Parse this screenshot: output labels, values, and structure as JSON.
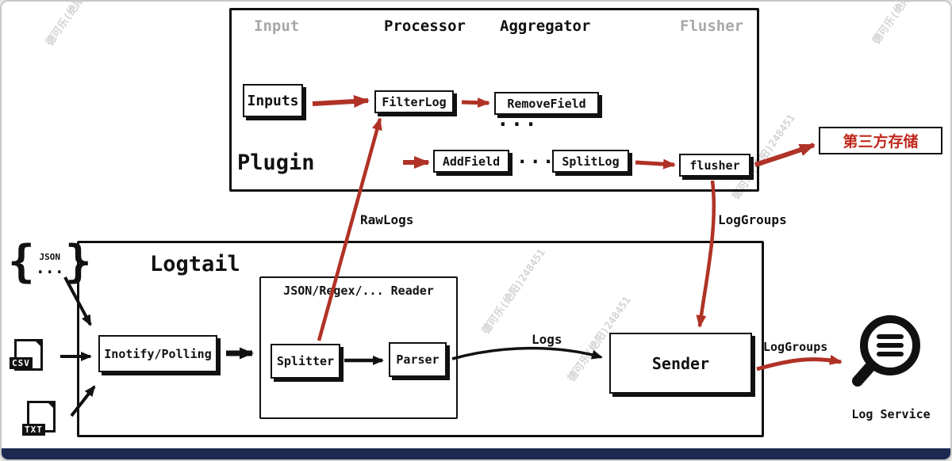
{
  "watermark": {
    "text": "德可乐(绝阳)248451"
  },
  "plugin": {
    "title": "Plugin",
    "headers": [
      {
        "label": "Input"
      },
      {
        "label": "Processor"
      },
      {
        "label": "Aggregator"
      },
      {
        "label": "Flusher"
      }
    ],
    "nodes": {
      "inputs": "Inputs",
      "filterlog": "FilterLog",
      "removefield": "RemoveField",
      "addfield": "AddField",
      "splitlog": "SplitLog",
      "flusher": "flusher"
    },
    "ellipsis_vertical": "...",
    "ellipsis_inline": "..."
  },
  "logtail": {
    "title": "Logtail",
    "nodes": {
      "inotify": "Inotify/Polling",
      "reader_title": "JSON/Regex/... Reader",
      "splitter": "Splitter",
      "parser": "Parser",
      "sender": "Sender"
    }
  },
  "sources": {
    "json_label": "JSON",
    "json_dots": "...",
    "json_brace_left": "{",
    "json_brace_right": "}",
    "csv": "CSV",
    "txt": "TXT"
  },
  "flow_labels": {
    "rawlogs": "RawLogs",
    "loggroups_top": "LogGroups",
    "logs": "Logs",
    "loggroups_right": "LogGroups"
  },
  "external": {
    "third_party_storage": "第三方存储",
    "log_service": "Log Service"
  },
  "colors": {
    "arrow_red": "#b03226",
    "arrow_black": "#111111",
    "footer_bar": "#1c2950"
  }
}
